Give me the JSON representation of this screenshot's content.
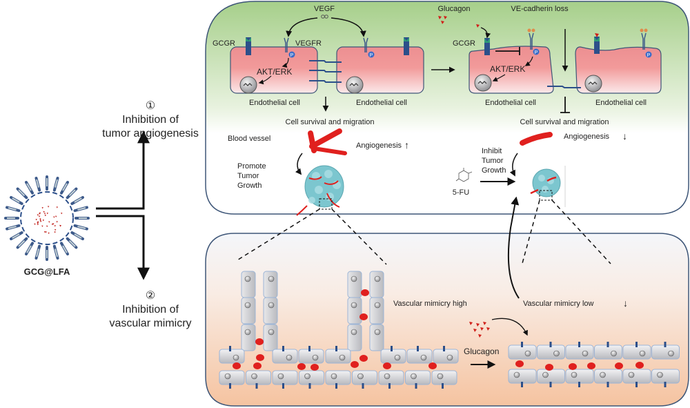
{
  "left": {
    "nanoparticle_label": "GCG@LFA",
    "branch1": {
      "number": "①",
      "line1": "Inhibition of",
      "line2": "tumor angiogenesis"
    },
    "branch2": {
      "number": "②",
      "line1": "Inhibition of",
      "line2": "vascular mimicry"
    }
  },
  "top_panel": {
    "vegf": "VEGF",
    "gcgr_left": "GCGR",
    "vegfr": "VEGFR",
    "akt_erk_left": "AKT/ERK",
    "endo_cell_1": "Endothelial cell",
    "endo_cell_2": "Endothelial cell",
    "survival_left": "Cell survival and migration",
    "blood_vessel": "Blood vessel",
    "angiogenesis_up": "Angiogenesis",
    "up_arrow": "↑",
    "promote": [
      "Promote",
      "Tumor",
      "Growth"
    ],
    "glucagon": "Glucagon",
    "ve_cadherin": "VE-cadherin loss",
    "gcgr_right": "GCGR",
    "akt_erk_right": "AKT/ERK",
    "endo_cell_3": "Endothelial cell",
    "endo_cell_4": "Endothelial cell",
    "survival_right": "Cell survival and migration",
    "angiogenesis_down": "Angiogenesis",
    "down_arrow": "↓",
    "inhibit": [
      "Inhibit",
      "Tumor",
      "Growth"
    ],
    "drug": "5-FU",
    "phospho": "P"
  },
  "bottom_panel": {
    "vm_high": "Vascular mimicry high",
    "vm_low": "Vascular mimicry low",
    "down_arrow": "↓",
    "glucagon": "Glucagon"
  },
  "colors": {
    "top_panel_top": "#a8d08d",
    "top_panel_bottom": "#ffffff",
    "bottom_panel_top": "#f4f6fa",
    "bottom_panel_bottom": "#f6c9a6",
    "panel_border": "#3d5577",
    "cell_fill": "#ef9a9a",
    "receptor": "#2c4f8a",
    "receptor_tip": "#2e9c78",
    "vessel": "#e0201e",
    "tumor": "#7cc6cf",
    "glucagon": "#d0201a"
  }
}
